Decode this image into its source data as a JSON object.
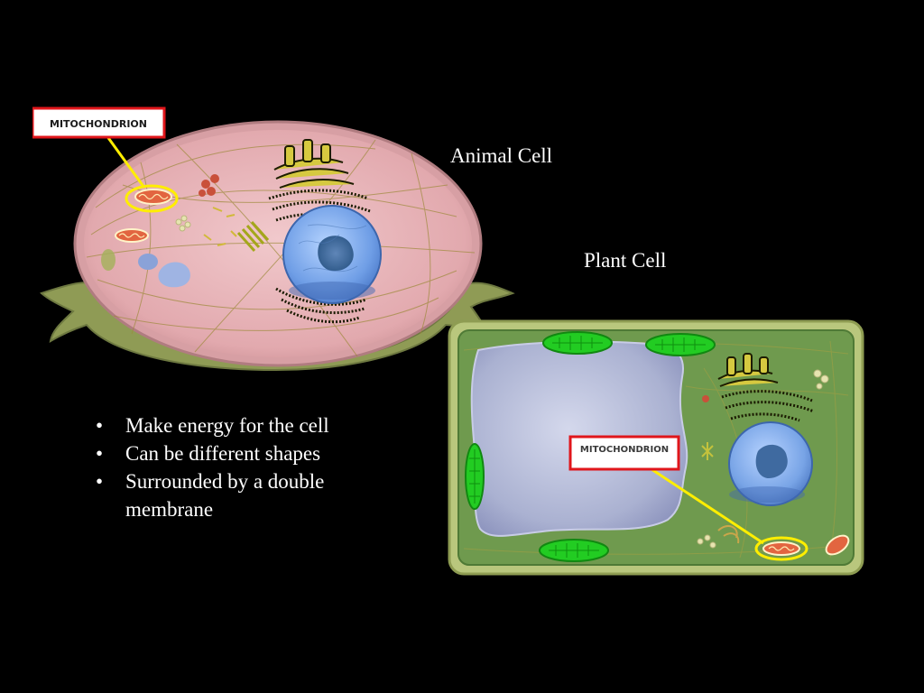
{
  "slide": {
    "captions": {
      "animal_cell": "Animal Cell",
      "plant_cell": "Plant Cell"
    },
    "bullets": [
      "Make energy for the cell",
      "Can be different shapes",
      "Surrounded by a double membrane"
    ]
  },
  "diagrams": {
    "animal_cell": {
      "callout_label": "MITOCHONDRION"
    },
    "plant_cell": {
      "callout_label": "MITOCHONDRION"
    }
  },
  "colors": {
    "background": "#000000",
    "callout_box": "#e0161b",
    "pointer_line": "#ffee00",
    "animal_cytoplasm": "#e8b4b8",
    "plant_cytoplasm": "#6f9a4e",
    "nucleus": "#7aaee8",
    "vacuole": "#b8bfdc",
    "chloroplast": "#22cc22"
  }
}
